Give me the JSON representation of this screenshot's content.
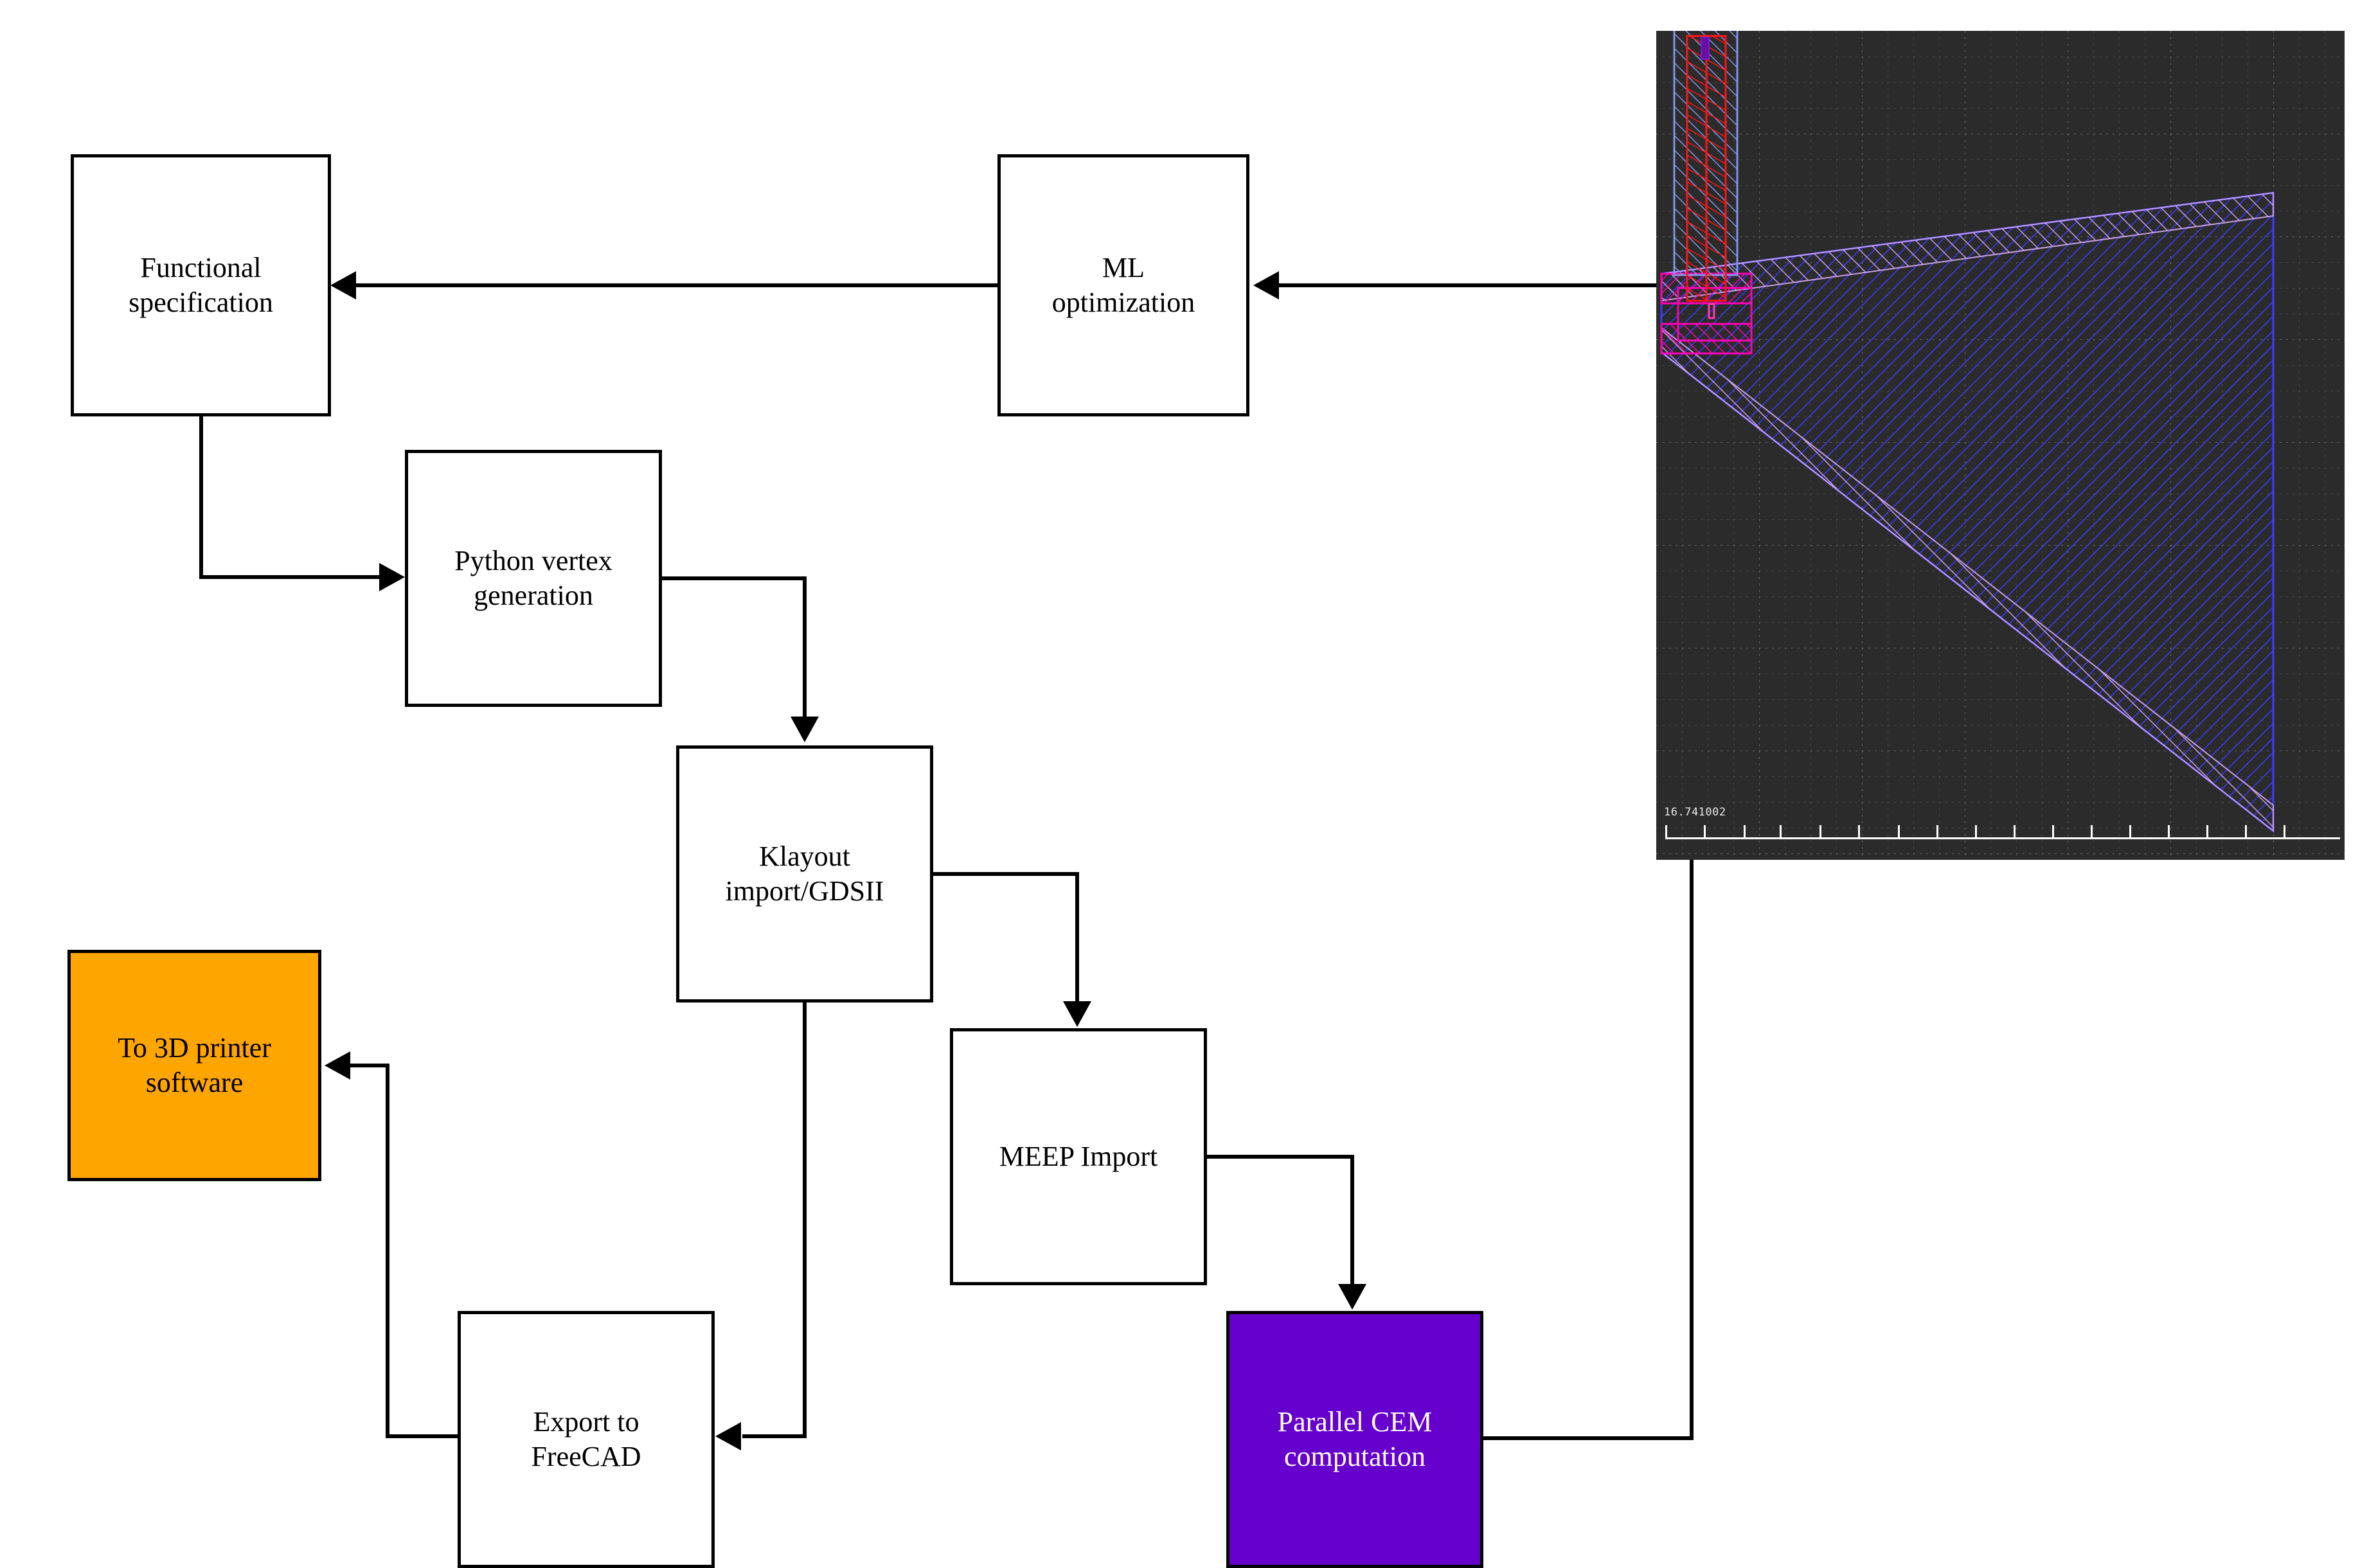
{
  "diagram": {
    "type": "flowchart",
    "nodes": [
      {
        "id": "functional-specification",
        "label": "Functional\nspecification",
        "line1": "Functional",
        "line2": "specification",
        "fill": "#FFFFFF",
        "text_color": "#000000"
      },
      {
        "id": "ml-optimization",
        "label": "ML\noptimization",
        "line1": "ML",
        "line2": "optimization",
        "fill": "#FFFFFF",
        "text_color": "#000000"
      },
      {
        "id": "python-vertex-generation",
        "label": "Python vertex\ngeneration",
        "line1": "Python vertex",
        "line2": "generation",
        "fill": "#FFFFFF",
        "text_color": "#000000"
      },
      {
        "id": "klayout-import-gdsii",
        "label": "Klayout\nimport/GDSII",
        "line1": "Klayout",
        "line2": "import/GDSII",
        "fill": "#FFFFFF",
        "text_color": "#000000"
      },
      {
        "id": "meep-import",
        "label": "MEEP Import",
        "line1": "MEEP Import",
        "line2": "",
        "fill": "#FFFFFF",
        "text_color": "#000000"
      },
      {
        "id": "parallel-cem-computation",
        "label": "Parallel CEM\ncomputation",
        "line1": "Parallel CEM",
        "line2": "computation",
        "fill": "#6600CC",
        "text_color": "#FFFFFF"
      },
      {
        "id": "export-to-freecad",
        "label": "Export to\nFreeCAD",
        "line1": "Export to",
        "line2": "FreeCAD",
        "fill": "#FFFFFF",
        "text_color": "#000000"
      },
      {
        "id": "to-3d-printer-software",
        "label": "To 3D printer\nsoftware",
        "line1": "To 3D printer",
        "line2": "software",
        "fill": "#FFA500",
        "text_color": "#000000"
      }
    ],
    "edges": [
      {
        "from": "ml-optimization",
        "to": "functional-specification"
      },
      {
        "from": "functional-specification",
        "to": "python-vertex-generation"
      },
      {
        "from": "python-vertex-generation",
        "to": "klayout-import-gdsii"
      },
      {
        "from": "klayout-import-gdsii",
        "to": "meep-import"
      },
      {
        "from": "meep-import",
        "to": "parallel-cem-computation"
      },
      {
        "from": "parallel-cem-computation",
        "to": "ml-optimization"
      },
      {
        "from": "klayout-import-gdsii",
        "to": "export-to-freecad"
      },
      {
        "from": "export-to-freecad",
        "to": "to-3d-printer-software"
      }
    ],
    "colors": {
      "accent_orange": "#FFA500",
      "accent_purple": "#6600CC",
      "stroke": "#000000",
      "background": "#FFFFFF"
    }
  },
  "layout_view": {
    "name": "klayout-layout-canvas",
    "background": "#2B2B2B",
    "grid": "dotted",
    "scale_label": "16.741002",
    "layers": [
      {
        "name": "waveguide-core",
        "color": "#FF1414",
        "pattern": "diagonal-hatch"
      },
      {
        "name": "waveguide-clad",
        "color": "#8296E6",
        "pattern": "diagonal-hatch"
      },
      {
        "name": "taper-horn",
        "color": "#3C3CFF",
        "pattern": "diagonal-hatch"
      },
      {
        "name": "taper-outline",
        "color": "#C8A0E6",
        "pattern": "diagonal-hatch"
      },
      {
        "name": "port-marker",
        "color": "#FF00B4",
        "pattern": "cross-hatch"
      },
      {
        "name": "source-marker",
        "color": "#6A0DAD",
        "pattern": "solid"
      }
    ],
    "ruler_ticks": 6
  }
}
